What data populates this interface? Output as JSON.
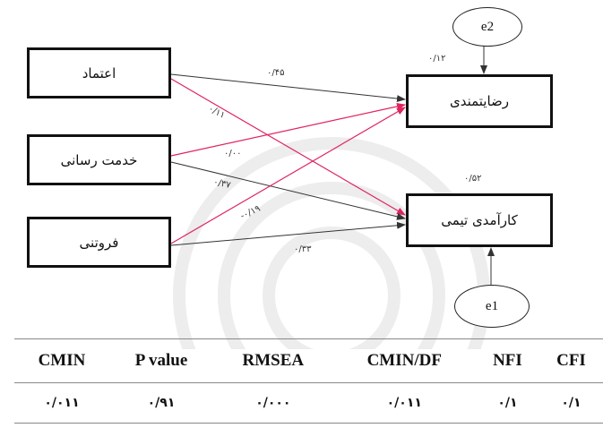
{
  "nodes": {
    "etemad": "اعتماد",
    "khedmat": "خدمت رسانی",
    "forutani": "فروتنی",
    "rezayatmandi": "رضایتمندی",
    "karamadi": "کارآمدی تیمی",
    "e2": "e2",
    "e1": "e1"
  },
  "coefficients": {
    "etemad_reza": "۰/۴۵",
    "etemad_kar": "۰/۱۱",
    "khedmat_reza": "۰/۰۰",
    "khedmat_kar": "۰/۳۷",
    "forut_reza": "-۰/۱۹",
    "forut_kar": "۰/۳۳",
    "r2_reza": "۰/۱۲",
    "r2_kar": "۰/۵۲"
  },
  "colors": {
    "black_path": "#333333",
    "red_path": "#e0245e"
  },
  "fit_table": {
    "headers": [
      "CMIN",
      "P value",
      "RMSEA",
      "CMIN/DF",
      "NFI",
      "CFI"
    ],
    "values": [
      "۰/۰۱۱",
      "۰/۹۱",
      "۰/۰۰۰",
      "۰/۰۱۱",
      "۰/۱",
      "۰/۱"
    ]
  }
}
